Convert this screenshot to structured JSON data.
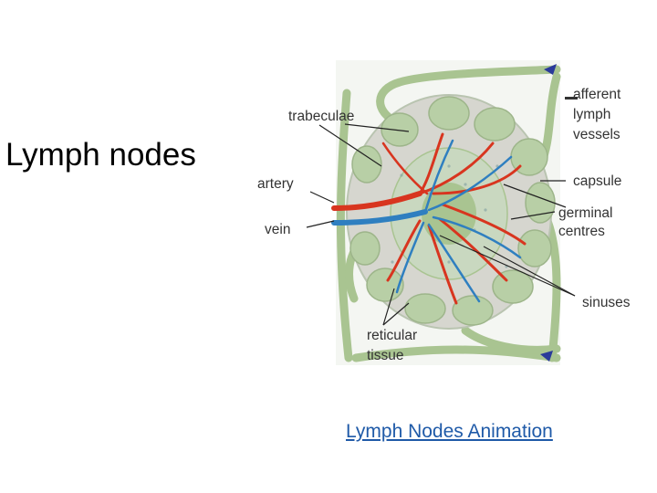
{
  "slide": {
    "title": "Lymph nodes",
    "link_text": "Lymph Nodes Animation"
  },
  "diagram": {
    "labels": {
      "trabeculae": "trabeculae",
      "artery": "artery",
      "vein": "vein",
      "afferent_1": "afferent",
      "afferent_2": "lymph",
      "afferent_3": "vessels",
      "capsule": "capsule",
      "germinal_1": "germinal",
      "germinal_2": "centres",
      "sinuses": "sinuses",
      "reticular_1": "reticular",
      "reticular_2": "tissue"
    },
    "colors": {
      "vessel_green": "#a9c491",
      "tissue_light": "#c9d8c0",
      "capsule_gray": "#d6d6cf",
      "artery_red": "#d8351f",
      "vein_blue": "#2f7fc0",
      "valve_arrow": "#2a3a9a",
      "link": "#1f5aa8"
    }
  }
}
